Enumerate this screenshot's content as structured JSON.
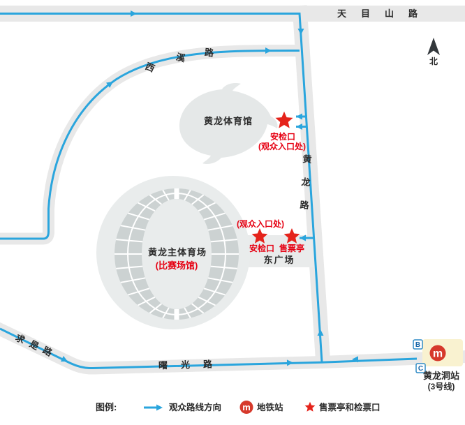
{
  "roads": {
    "tianmushan": {
      "label": "天目山路"
    },
    "xixi": {
      "chars": [
        "西",
        "溪",
        "路"
      ]
    },
    "huanglong": {
      "label": "黄龙路"
    },
    "qiushi": {
      "chars": [
        "求",
        "是",
        "路"
      ]
    },
    "shuguang": {
      "label": "曙光路"
    }
  },
  "compass": {
    "north_label": "北"
  },
  "venues": {
    "arena": {
      "name": "黄龙体育馆"
    },
    "stadium": {
      "name": "黄龙主体育场",
      "subtitle": "(比赛场馆)"
    },
    "east_plaza": {
      "name": "东广场"
    }
  },
  "entrances": {
    "north": {
      "security_label": "安检口",
      "entrance_note": "(观众入口处)"
    },
    "east": {
      "entrance_note": "(观众入口处)",
      "security_label": "安检口",
      "ticket_label": "售票亭"
    }
  },
  "station": {
    "name": "黄龙洞站",
    "line": "(3号线)",
    "exits": [
      "B",
      "C"
    ]
  },
  "icons": {
    "metro_glyph": "m"
  },
  "legend": {
    "title": "图例:",
    "route_label": "观众路线方向",
    "metro_label": "地铁站",
    "ticket_label": "售票亭和检票口"
  },
  "colors": {
    "route_blue": "#2aa5dd",
    "star_red": "#e5231b",
    "label_red": "#e60012",
    "road_gray": "#e8e8e8",
    "stadium_light": "#e9ecec",
    "stands_gray": "#ccd2d2",
    "station_yellow": "#f9f2d0",
    "metro_red": "#d6392b"
  }
}
